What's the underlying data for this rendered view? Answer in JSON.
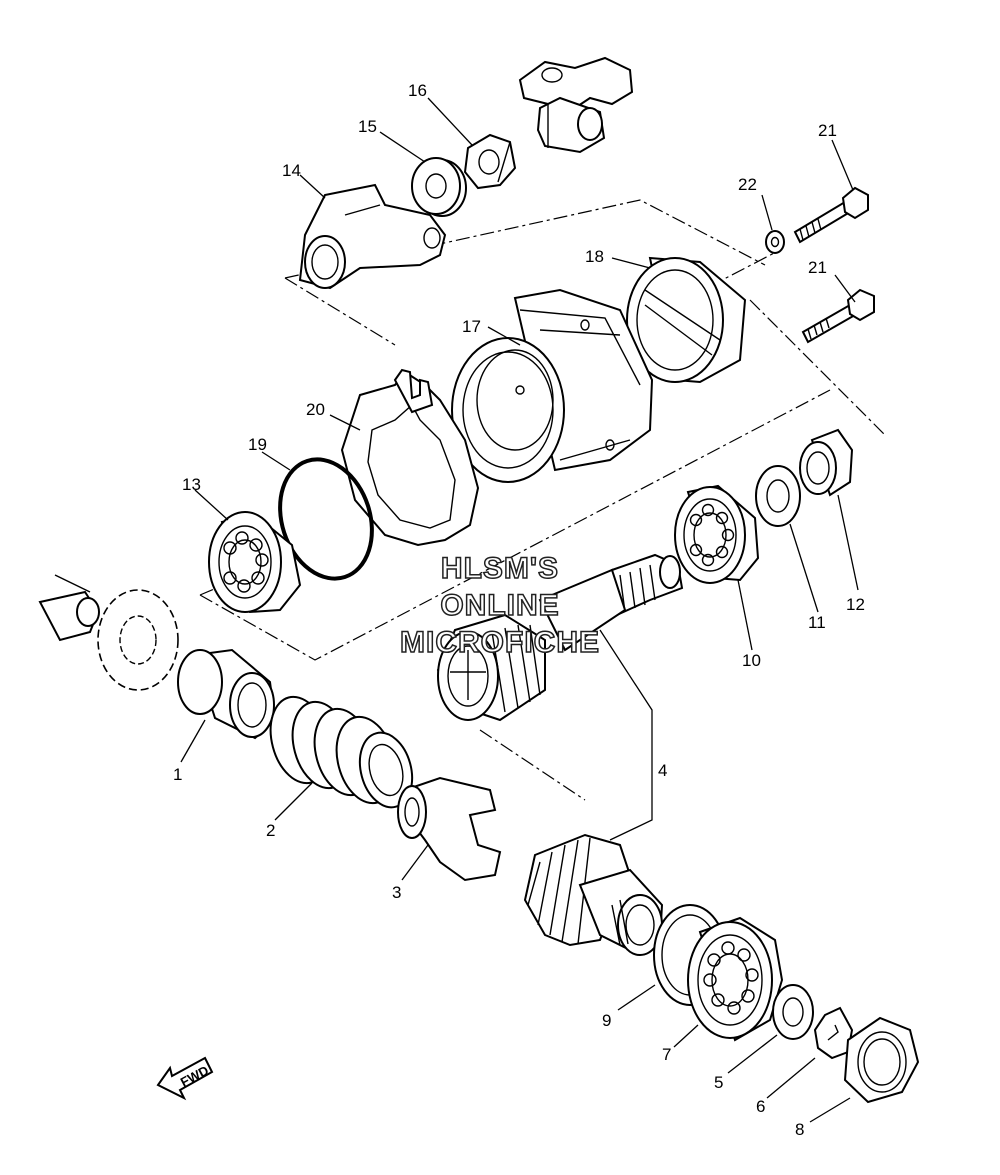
{
  "callouts": [
    "1",
    "2",
    "3",
    "4",
    "5",
    "6",
    "7",
    "8",
    "9",
    "10",
    "11",
    "12",
    "13",
    "14",
    "15",
    "16",
    "17",
    "18",
    "19",
    "20",
    "21",
    "21",
    "22"
  ],
  "watermark": [
    "HLSM'S",
    "ONLINE",
    "MICROFICHE"
  ],
  "direction_label": "FWD"
}
